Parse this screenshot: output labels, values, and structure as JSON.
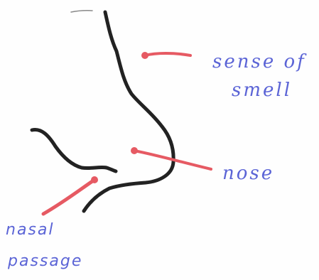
{
  "labels": {
    "sense_of": "sense  of",
    "smell": "smell",
    "nose": "nose",
    "nasal": "nasal",
    "passage": "passage"
  },
  "colors": {
    "outline": "#222222",
    "pointer": "#e65a63",
    "label": "#5b64d6"
  }
}
